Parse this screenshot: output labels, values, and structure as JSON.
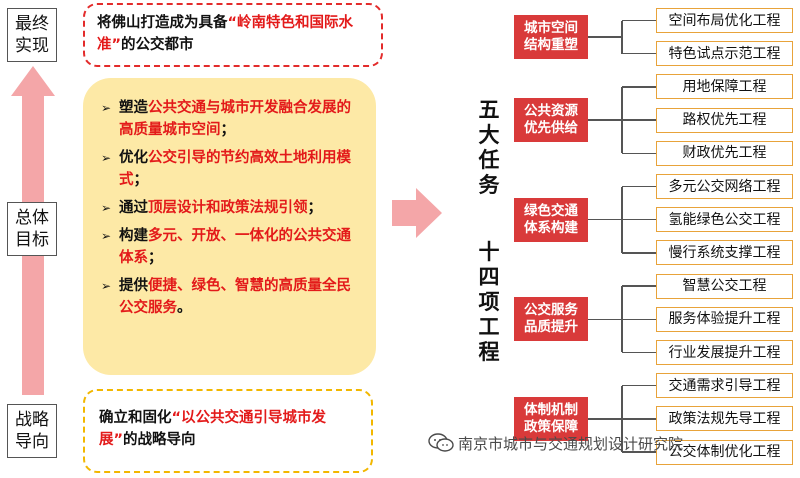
{
  "stages": {
    "top": "最终实现",
    "middle": "总体目标",
    "bottom": "战略导向"
  },
  "final": {
    "part1": "将佛山打造成为具备",
    "highlight": "“岭南特色和国际水准”",
    "part2": "的公交都市"
  },
  "goals": [
    {
      "pre": "塑造",
      "hl": "公共交通与城市开发融合发展的高质量城市空间",
      "post": "；"
    },
    {
      "pre": "优化",
      "hl": "公交引导的节约高效土地利用模式",
      "post": "；"
    },
    {
      "pre": "通过",
      "hl": "顶层设计和政策法规引领",
      "post": "；"
    },
    {
      "pre": "构建",
      "hl": "多元、开放、一体化的公共交通体系",
      "post": "；"
    },
    {
      "pre": "提供",
      "hl": "便捷、绿色、智慧的高质量全民公交服务",
      "post": "。"
    }
  ],
  "strategy": {
    "part1": "确立和固化",
    "highlight": "“以公共交通引导城市发展”",
    "part2": "的战略导向"
  },
  "vertical_titles": {
    "five": "五大任务",
    "fourteen": "十四项工程"
  },
  "tasks": [
    {
      "label": "城市空间结构重塑",
      "projects": [
        "空间布局优化工程",
        "特色试点示范工程"
      ]
    },
    {
      "label": "公共资源优先供给",
      "projects": [
        "用地保障工程",
        "路权优先工程",
        "财政优先工程"
      ]
    },
    {
      "label": "绿色交通体系构建",
      "projects": [
        "多元公交网络工程",
        "氢能绿色公交工程",
        "慢行系统支撑工程"
      ]
    },
    {
      "label": "公交服务品质提升",
      "projects": [
        "智慧公交工程",
        "服务体验提升工程",
        "行业发展提升工程"
      ]
    },
    {
      "label": "体制机制政策保障",
      "projects": [
        "交通需求引导工程",
        "政策法规先导工程",
        "公交体制优化工程"
      ]
    }
  ],
  "watermark": {
    "text": "南京市城市与交通规划设计研究院",
    "icon": "wechat-icon"
  }
}
